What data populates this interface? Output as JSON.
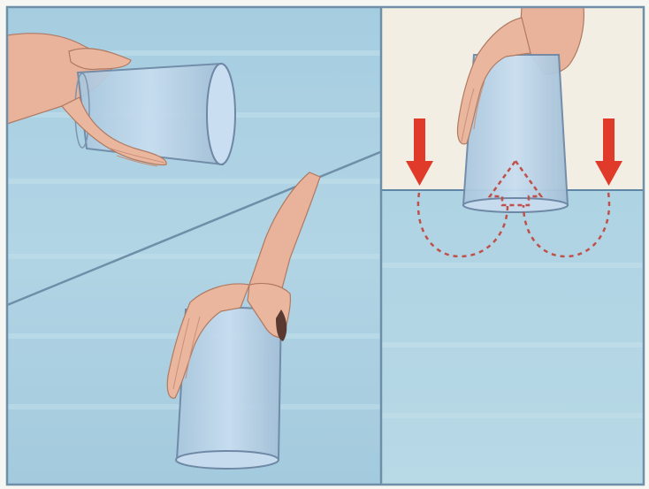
{
  "illustration": {
    "panels": [
      {
        "id": "left",
        "steps": [
          "glass-tilted-sideways-above-water",
          "glass-pressed-mouth-down-into-water"
        ]
      },
      {
        "id": "right",
        "steps": [
          "inverted-glass-held-at-water-surface-with-pressure-arrows"
        ]
      }
    ],
    "colors": {
      "frame": "#6f8fa8",
      "water_left": "#a9cfe0",
      "water_right": "#b3d6e4",
      "air_right": "#f3eee4",
      "glass_fill": "#b9d4e6",
      "glass_edge": "#6e88a6",
      "skin": "#eab79e",
      "skin_shadow": "#c98f78",
      "arrow": "#e03a2a",
      "flow_dashes": "#c0504a"
    },
    "icons": [
      "hand",
      "drinking-glass",
      "down-arrow",
      "up-arrow-outline",
      "dashed-flow-curve"
    ]
  }
}
